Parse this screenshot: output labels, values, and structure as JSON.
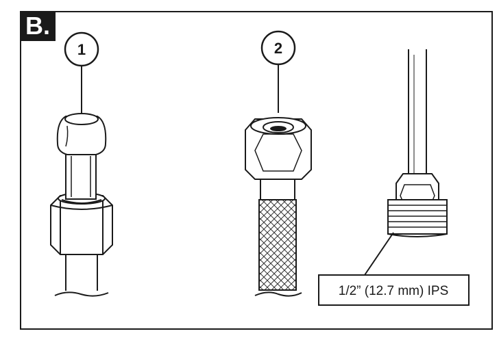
{
  "section": {
    "label": "B."
  },
  "callouts": [
    {
      "number": "1"
    },
    {
      "number": "2"
    }
  ],
  "ips_label": "1/2” (12.7 mm) IPS"
}
